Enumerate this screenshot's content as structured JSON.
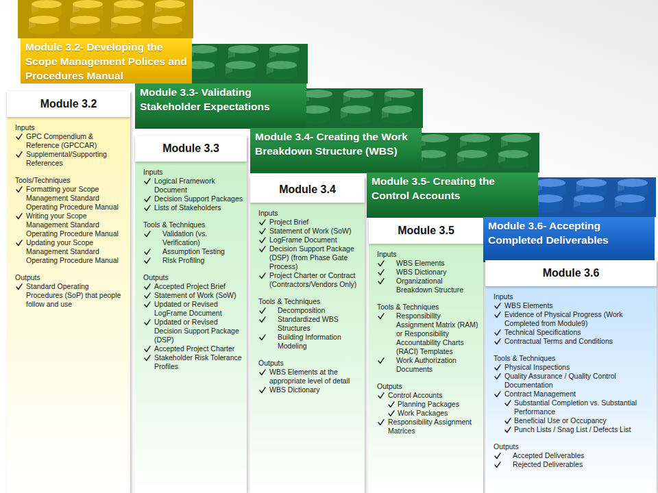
{
  "diagram": {
    "nodes": [
      {
        "text": [
          "Module 3.2- Developing the Scope Management Polices and Procedures Manual"
        ]
      },
      {
        "text": [
          "Module 3.2",
          "Inputs",
          "GPC Compendium & Reference (GPCCAR)",
          "Supplemental/Supporting References",
          "Tools/Techniques",
          "Formatting your Scope Management Standard Operating Procedure Manual",
          "Writing your Scope Management Standard Operating Procedure Manual",
          "Updating your Scope Management Standard Operating Procedure Manual",
          "Outputs",
          "Standard Operating Procedures (SoP) that people follow and use"
        ]
      },
      {
        "text": [
          "Module 3.3- Validating Stakeholder Expectations"
        ]
      },
      {
        "text": [
          "Module 3.3",
          "Inputs",
          "Logical Framework Document",
          "Decision Support Packages",
          "Lists of Stakeholders",
          "Tools & Techniques",
          "Validation (vs. Verification)",
          "Assumption Testing",
          "Risk Profiling",
          "Outputs",
          "Accepted Project Brief",
          "Statement of Work (SoW)",
          "Updated or Revised LogFrame Document",
          "Updated or Revised Decision Support Package (DSP)",
          "Accepted Project Charter",
          "Stakeholder Risk Tolerance Profiles"
        ]
      },
      {
        "text": [
          "Module 3.4- Creating the Work Breakdown Structure (WBS)"
        ]
      },
      {
        "text": [
          "Module 3.4",
          "Inputs",
          "Project Brief",
          "Statement of Work (SoW)",
          "LogFrame Document",
          "Decision Support Package (DSP) (from Phase Gate Process)",
          "Project Charter or Contract (Contractors/Vendors Only)",
          "Tools & Techniques",
          "Decomposition",
          "Standardized WBS Structures",
          "Building Information Modeling",
          "Outputs",
          "WBS Elements at the appropriate level of detail",
          "WBS Dictionary"
        ]
      },
      {
        "text": [
          "Module 3.5- Creating the Control Accounts"
        ]
      },
      {
        "text": [
          "Module 3.5",
          "Inputs",
          "WBS Elements",
          "WBS Dictionary",
          "Organizational Breakdown Structure",
          "Tools & Techniques",
          "Responsibility Assignment Matrix (RAM) or Responsibility Accountability Charts (RACI) Templates",
          "Work Authorization Documents",
          "Outputs",
          "Control Accounts",
          "Planning Packages",
          "Work Packages",
          "Responsibility Assignment Matrices"
        ]
      },
      {
        "text": [
          "Module 3.6- Accepting Completed Deliverables"
        ]
      },
      {
        "text": [
          "Module 3.6",
          "Inputs",
          "WBS Elements",
          "Evidence of Physical Progress (Work Completed from Module9)",
          "Technical Specifications",
          "Contractual Terms and Conditions",
          "Tools & Techniques",
          "Physical Inspections",
          "Quality Assurance / Quality Control Documentation",
          "Contract Management",
          "Substantial Completion vs. Substantial Performance",
          "Beneficial Use or Occupancy",
          "Punch Lists / Snag List / Defects List",
          "Outputs",
          "Accepted Deliverables",
          "Rejected Deliverables"
        ]
      }
    ]
  }
}
